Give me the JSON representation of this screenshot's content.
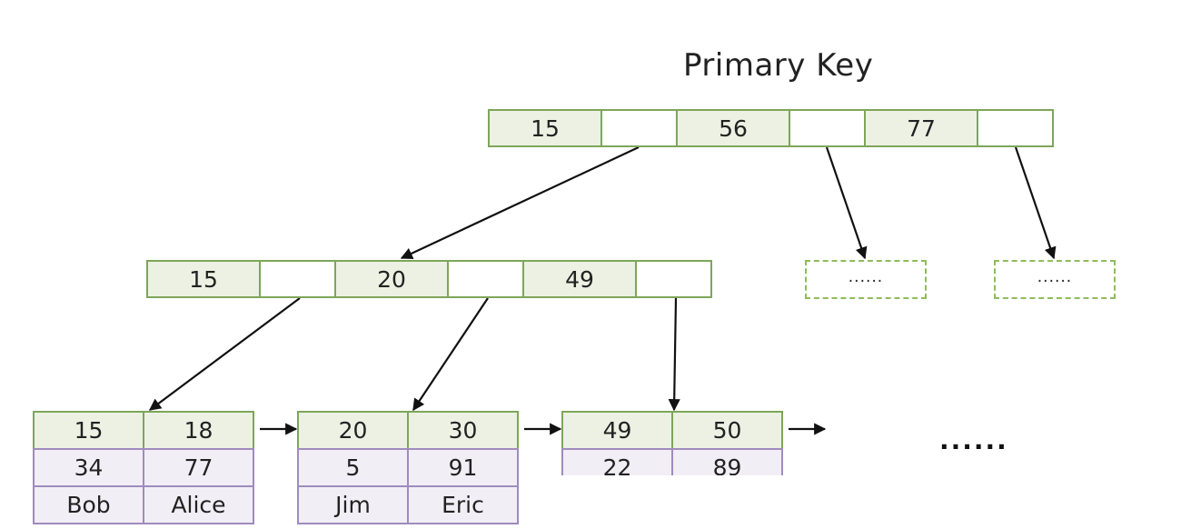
{
  "title": "Primary Key",
  "root": {
    "keys": [
      "15",
      "56",
      "77"
    ]
  },
  "internal": {
    "keys": [
      "15",
      "20",
      "49"
    ]
  },
  "stubs": [
    "......",
    "......"
  ],
  "leaves": [
    {
      "keys": [
        "15",
        "18"
      ],
      "values": [
        "34",
        "77"
      ],
      "names": [
        "Bob",
        "Alice"
      ]
    },
    {
      "keys": [
        "20",
        "30"
      ],
      "values": [
        "5",
        "91"
      ],
      "names": [
        "Jim",
        "Eric"
      ]
    },
    {
      "keys": [
        "49",
        "50"
      ],
      "values": [
        "22",
        "89"
      ],
      "names": [
        "",
        ""
      ]
    }
  ],
  "trailing_ellipsis": "......",
  "colors": {
    "key_fill": "#ecf1e3",
    "key_border": "#7ea65a",
    "value_fill": "#f1eef5",
    "value_border": "#a08bbf",
    "arrow": "#111111"
  }
}
